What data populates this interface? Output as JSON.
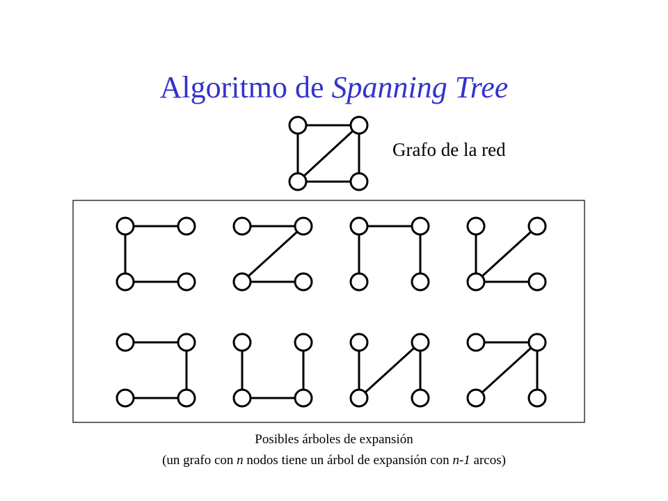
{
  "title": {
    "prefix": "Algoritmo de ",
    "emphasis": "Spanning Tree"
  },
  "graph_label": "Grafo de la red",
  "caption": {
    "line1": "Posibles árboles de expansión",
    "line2_part1": "(un grafo con ",
    "line2_em1": "n",
    "line2_part2": " nodos tiene un árbol de expansión con ",
    "line2_em2": "n-1",
    "line2_part3": " arcos)"
  }
}
